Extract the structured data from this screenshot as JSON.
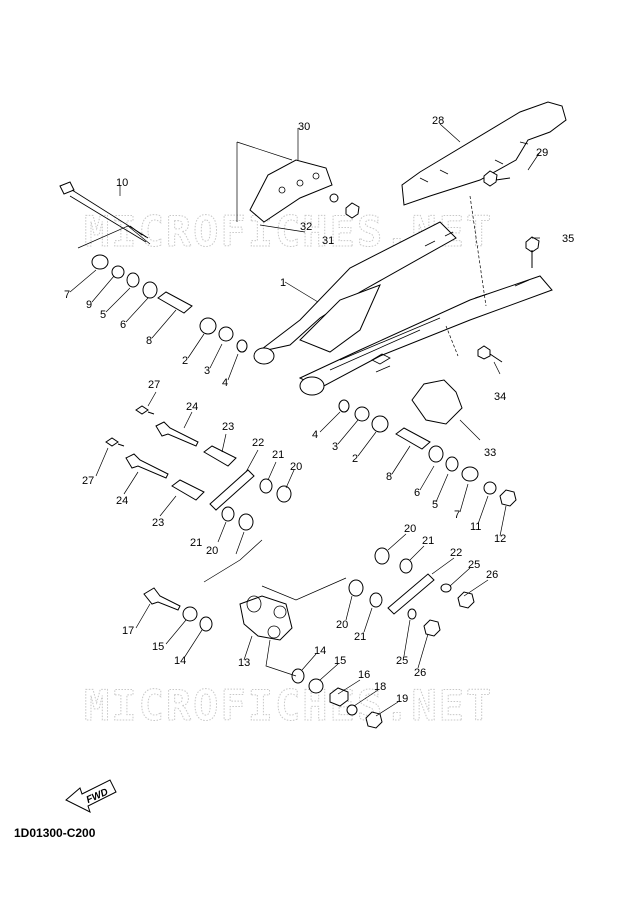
{
  "watermark": {
    "text": "MICROFICHES.NET"
  },
  "fwd_label": "FWD",
  "diagram_code": "1D01300-C200",
  "callouts": [
    {
      "id": "c1",
      "label": "1"
    },
    {
      "id": "c2a",
      "label": "2"
    },
    {
      "id": "c2b",
      "label": "2"
    },
    {
      "id": "c3a",
      "label": "3"
    },
    {
      "id": "c3b",
      "label": "3"
    },
    {
      "id": "c4a",
      "label": "4"
    },
    {
      "id": "c4b",
      "label": "4"
    },
    {
      "id": "c5a",
      "label": "5"
    },
    {
      "id": "c5b",
      "label": "5"
    },
    {
      "id": "c6a",
      "label": "6"
    },
    {
      "id": "c6b",
      "label": "6"
    },
    {
      "id": "c7a",
      "label": "7"
    },
    {
      "id": "c7b",
      "label": "7"
    },
    {
      "id": "c8a",
      "label": "8"
    },
    {
      "id": "c8b",
      "label": "8"
    },
    {
      "id": "c9",
      "label": "9"
    },
    {
      "id": "c10",
      "label": "10"
    },
    {
      "id": "c11",
      "label": "11"
    },
    {
      "id": "c12",
      "label": "12"
    },
    {
      "id": "c13",
      "label": "13"
    },
    {
      "id": "c14a",
      "label": "14"
    },
    {
      "id": "c14b",
      "label": "14"
    },
    {
      "id": "c15a",
      "label": "15"
    },
    {
      "id": "c15b",
      "label": "15"
    },
    {
      "id": "c16",
      "label": "16"
    },
    {
      "id": "c17",
      "label": "17"
    },
    {
      "id": "c18",
      "label": "18"
    },
    {
      "id": "c19",
      "label": "19"
    },
    {
      "id": "c20a",
      "label": "20"
    },
    {
      "id": "c20b",
      "label": "20"
    },
    {
      "id": "c20c",
      "label": "20"
    },
    {
      "id": "c20d",
      "label": "20"
    },
    {
      "id": "c21a",
      "label": "21"
    },
    {
      "id": "c21b",
      "label": "21"
    },
    {
      "id": "c21c",
      "label": "21"
    },
    {
      "id": "c21d",
      "label": "21"
    },
    {
      "id": "c22a",
      "label": "22"
    },
    {
      "id": "c22b",
      "label": "22"
    },
    {
      "id": "c23a",
      "label": "23"
    },
    {
      "id": "c23b",
      "label": "23"
    },
    {
      "id": "c24a",
      "label": "24"
    },
    {
      "id": "c24b",
      "label": "24"
    },
    {
      "id": "c25a",
      "label": "25"
    },
    {
      "id": "c25b",
      "label": "25"
    },
    {
      "id": "c26a",
      "label": "26"
    },
    {
      "id": "c26b",
      "label": "26"
    },
    {
      "id": "c27a",
      "label": "27"
    },
    {
      "id": "c27b",
      "label": "27"
    },
    {
      "id": "c28",
      "label": "28"
    },
    {
      "id": "c29",
      "label": "29"
    },
    {
      "id": "c30",
      "label": "30"
    },
    {
      "id": "c31",
      "label": "31"
    },
    {
      "id": "c32",
      "label": "32"
    },
    {
      "id": "c33",
      "label": "33"
    },
    {
      "id": "c34",
      "label": "34"
    },
    {
      "id": "c35",
      "label": "35"
    }
  ]
}
